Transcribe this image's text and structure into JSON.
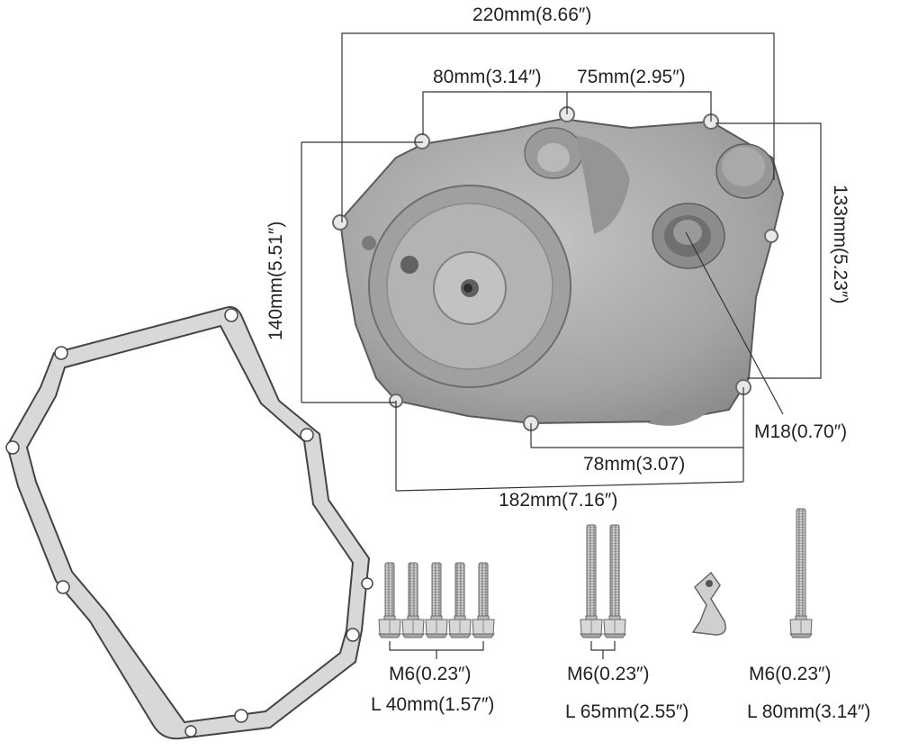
{
  "dimensions": {
    "overall_width": "220mm(8.66″)",
    "bolt_span_left": "80mm(3.14″)",
    "bolt_span_right": "75mm(2.95″)",
    "overall_height": "140mm(5.51″)",
    "right_height": "133mm(5.23″)",
    "port_thread": "M18(0.70″)",
    "lower_bolt_span": "78mm(3.07)",
    "bottom_width": "182mm(7.16″)"
  },
  "hardware": {
    "short_bolts": {
      "thread": "M6(0.23″)",
      "length": "L  40mm(1.57″)",
      "count": 5
    },
    "medium_bolts": {
      "thread": "M6(0.23″)",
      "length": "L  65mm(2.55″)",
      "count": 2
    },
    "long_bolt": {
      "thread": "M6(0.23″)",
      "length": "L  80mm(3.14″)",
      "count": 1
    }
  },
  "colors": {
    "metal": "#a9a9a9",
    "metal_dark": "#7d7d7d",
    "gasket": "#d9d9d9",
    "line": "#333333"
  }
}
